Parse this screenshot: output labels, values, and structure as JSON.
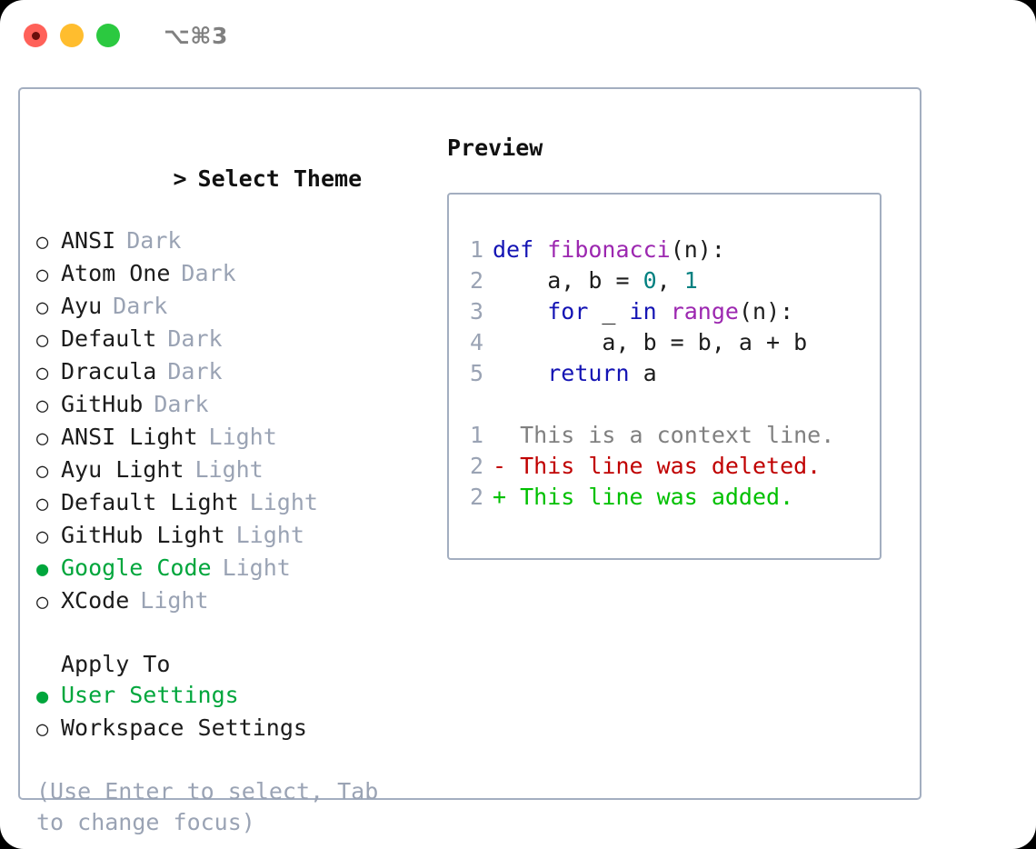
{
  "window": {
    "shortcut": "⌥⌘3",
    "lights": [
      {
        "name": "close",
        "color": "#ff6159"
      },
      {
        "name": "minimize",
        "color": "#ffbd2e"
      },
      {
        "name": "zoom",
        "color": "#2bc940"
      }
    ]
  },
  "theme_picker": {
    "heading_marker": ">",
    "heading": "Select Theme",
    "bullet_unselected": "○",
    "bullet_selected": "●",
    "accent_color": "#00a63c",
    "muted_color": "#9aa3b4",
    "themes": [
      {
        "label": "ANSI",
        "tag": "Dark",
        "selected": false
      },
      {
        "label": "Atom One",
        "tag": "Dark",
        "selected": false
      },
      {
        "label": "Ayu",
        "tag": "Dark",
        "selected": false
      },
      {
        "label": "Default",
        "tag": "Dark",
        "selected": false
      },
      {
        "label": "Dracula",
        "tag": "Dark",
        "selected": false
      },
      {
        "label": "GitHub",
        "tag": "Dark",
        "selected": false
      },
      {
        "label": "ANSI Light",
        "tag": "Light",
        "selected": false
      },
      {
        "label": "Ayu Light",
        "tag": "Light",
        "selected": false
      },
      {
        "label": "Default Light",
        "tag": "Light",
        "selected": false
      },
      {
        "label": "GitHub Light",
        "tag": "Light",
        "selected": false
      },
      {
        "label": "Google Code",
        "tag": "Light",
        "selected": true
      },
      {
        "label": "XCode",
        "tag": "Light",
        "selected": false
      }
    ]
  },
  "apply_to": {
    "heading": "Apply To",
    "options": [
      {
        "label": "User Settings",
        "selected": true
      },
      {
        "label": "Workspace Settings",
        "selected": false
      }
    ]
  },
  "hint": "(Use Enter to select, Tab to change focus)",
  "preview": {
    "title": "Preview",
    "code_lines": [
      {
        "no": "1",
        "tokens": [
          {
            "t": "def ",
            "c": "kw"
          },
          {
            "t": "fibonacci",
            "c": "fn"
          },
          {
            "t": "(n):",
            "c": "pl"
          }
        ]
      },
      {
        "no": "2",
        "tokens": [
          {
            "t": "    a, b = ",
            "c": "pl"
          },
          {
            "t": "0",
            "c": "num"
          },
          {
            "t": ", ",
            "c": "pl"
          },
          {
            "t": "1",
            "c": "num"
          }
        ]
      },
      {
        "no": "3",
        "tokens": [
          {
            "t": "    ",
            "c": "pl"
          },
          {
            "t": "for",
            "c": "kw"
          },
          {
            "t": " _ ",
            "c": "pl"
          },
          {
            "t": "in",
            "c": "kw"
          },
          {
            "t": " ",
            "c": "pl"
          },
          {
            "t": "range",
            "c": "fn"
          },
          {
            "t": "(n):",
            "c": "pl"
          }
        ]
      },
      {
        "no": "4",
        "tokens": [
          {
            "t": "        a, b = b, a + b",
            "c": "pl"
          }
        ]
      },
      {
        "no": "5",
        "tokens": [
          {
            "t": "    ",
            "c": "pl"
          },
          {
            "t": "return",
            "c": "kw"
          },
          {
            "t": " a",
            "c": "pl"
          }
        ]
      }
    ],
    "diff_lines": [
      {
        "no": "1",
        "text": "  This is a context line.",
        "kind": "ctx"
      },
      {
        "no": "2",
        "text": "- This line was deleted.",
        "kind": "del"
      },
      {
        "no": "2",
        "text": "+ This line was added.",
        "kind": "add"
      }
    ]
  }
}
